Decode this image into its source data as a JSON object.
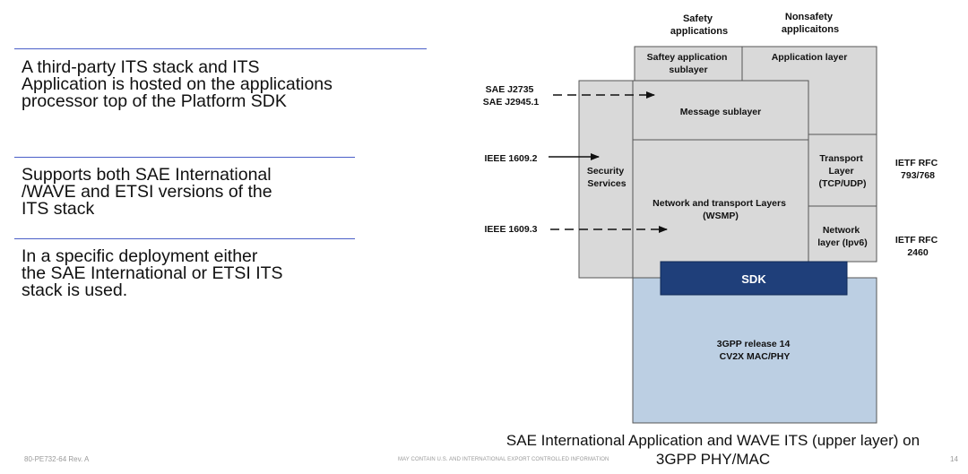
{
  "bullets": [
    {
      "text": "A third-party ITS stack and ITS\nApplication is hosted on the applications\nprocessor top of the Platform SDK"
    },
    {
      "text": "Supports both SAE International\n/WAVE and ETSI versions of the\nITS stack"
    },
    {
      "text": "In a specific deployment either\nthe SAE International or ETSI ITS\nstack is used."
    }
  ],
  "diagram": {
    "headers": {
      "safety": [
        "Safety",
        "applications"
      ],
      "nonsafety": [
        "Nonsafety",
        "applicaitons"
      ]
    },
    "boxes": {
      "safety_sublayer": [
        "Saftey application",
        "sublayer"
      ],
      "application_layer": [
        "Application layer"
      ],
      "message_sublayer": [
        "Message sublayer"
      ],
      "security_services": [
        "Security",
        "Services"
      ],
      "network_transport": [
        "Network and transport Layers",
        "(WSMP)"
      ],
      "transport_layer": [
        "Transport",
        "Layer",
        "(TCP/UDP)"
      ],
      "network_layer": [
        "Network",
        "layer (Ipv6)"
      ],
      "sdk": [
        "SDK"
      ],
      "phy_mac": [
        "3GPP release 14",
        "CV2X MAC/PHY"
      ]
    },
    "standards": {
      "sae": [
        "SAE J2735",
        "SAE J2945.1"
      ],
      "ieee_1609_2": "IEEE 1609.2",
      "ieee_1609_3": "IEEE 1609.3",
      "ietf_793": [
        "IETF RFC",
        "793/768"
      ],
      "ietf_2460": [
        "IETF RFC",
        "2460"
      ]
    },
    "colors": {
      "box_fill": "#d9d9d9",
      "box_stroke": "#555555",
      "sdk_fill": "#1f3f7a",
      "phy_fill": "#bccfe3"
    }
  },
  "caption": "SAE International Application and WAVE ITS (upper layer) on\n3GPP PHY/MAC",
  "footer": {
    "doc_id": "80-PE732-64  Rev. A",
    "notice": "MAY CONTAIN U.S. AND INTERNATIONAL EXPORT CONTROLLED INFORMATION",
    "page": "14"
  }
}
